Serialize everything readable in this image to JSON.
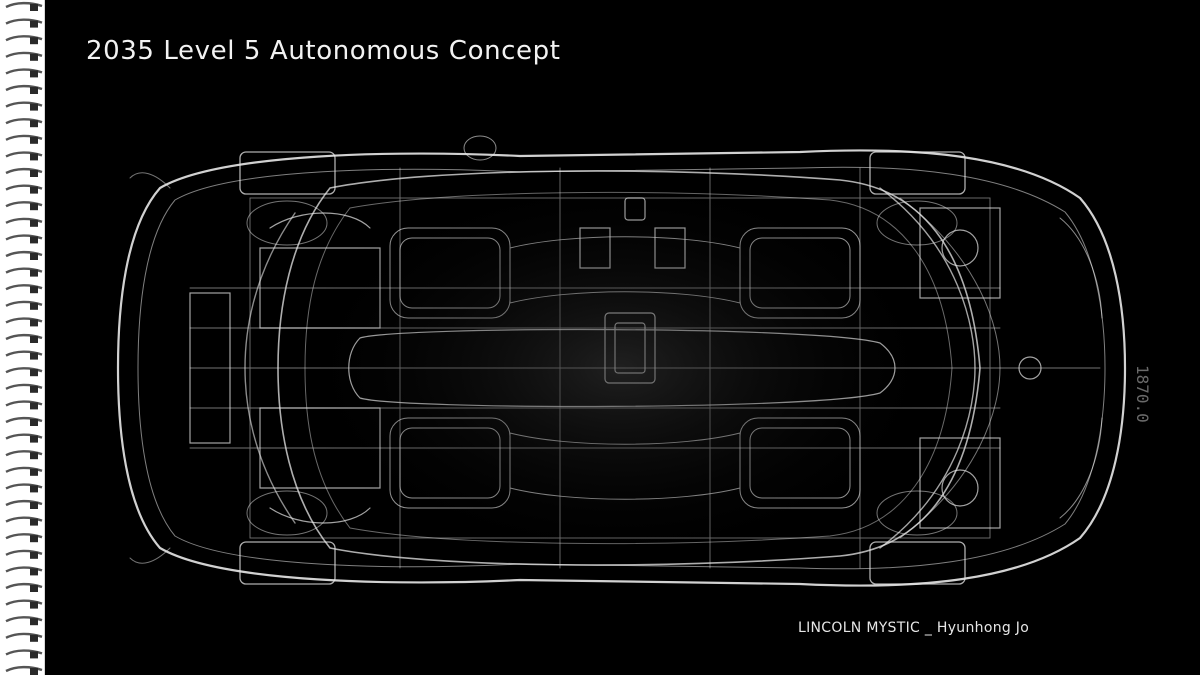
{
  "slide": {
    "title": "2035 Level 5 Autonomous Concept",
    "credit": "LINCOLN MYSTIC _ Hyunhong Jo",
    "dimension_label": "1870.0"
  },
  "colors": {
    "background": "#000000",
    "line_art": "#e8e8e8",
    "binding_paper": "#ffffff",
    "binding_coil": "#555555"
  },
  "icons": {
    "binding": "spiral-binding-icon",
    "drawing": "car-x-ray-top-view"
  }
}
